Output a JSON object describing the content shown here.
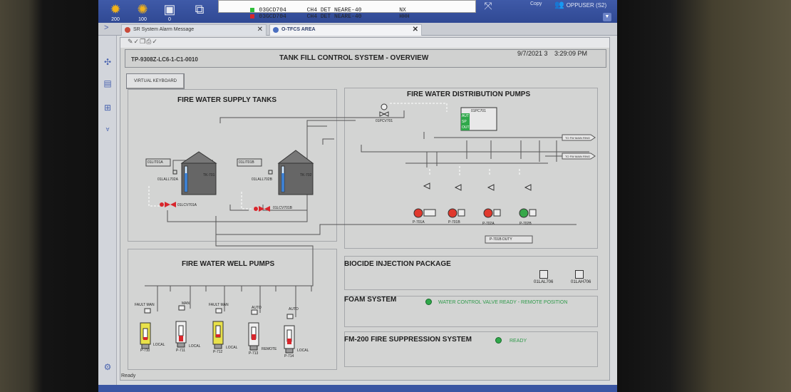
{
  "topbar": {
    "icons": [
      {
        "name": "alarm-bell-icon",
        "count": "200"
      },
      {
        "name": "gear-alarm-icon",
        "count": "100"
      },
      {
        "name": "message-icon",
        "count": "0"
      }
    ],
    "alarms": [
      {
        "tag": "03GCD704",
        "description": "CH4 DET NEARE-40",
        "state": "NX",
        "color": "#2fbf3a"
      },
      {
        "tag": "03GCD704",
        "description": "CH4 DET NEARE-40",
        "state": "HHH",
        "color": "#d8262c"
      }
    ],
    "copy_label": "Copy",
    "user_label": "OPPUSER (S2)"
  },
  "tabs": [
    {
      "label": "SR System Alarm Message"
    },
    {
      "label": "O-TFCS  AREA"
    }
  ],
  "header": {
    "tag_id": "TP-9308Z-LC6-1-C1-0010",
    "title": "TANK FILL CONTROL SYSTEM - OVERVIEW",
    "date": "9/7/2021 3",
    "time": "3:29:09 PM"
  },
  "virtual_keyboard_label": "VIRTUAL KEYBOARD",
  "supply_tanks": {
    "title": "FIRE WATER SUPPLY TANKS",
    "tanks": [
      {
        "name": "TK-701",
        "level_tag": "01LIT01A",
        "switch_tag": "01LALL702A",
        "valve_tag": "01LCV701A"
      },
      {
        "name": "TK-702",
        "level_tag": "01LIT01B",
        "switch_tag": "01LALL702B",
        "valve_tag": "01LCV701B"
      }
    ]
  },
  "distribution": {
    "title": "FIRE WATER DISTRIBUTION PUMPS",
    "valve_tag": "01PCV701",
    "controller_tag": "01PC701",
    "controller_modes": [
      "AUT",
      "SP",
      "OUT"
    ],
    "outlets": [
      "TO FW MAIN RING",
      "TO FW MAIN RING"
    ],
    "pumps": [
      {
        "name": "P-701A",
        "state": "red"
      },
      {
        "name": "P-701B",
        "state": "red"
      },
      {
        "name": "P-702A",
        "state": "red"
      },
      {
        "name": "P-702B",
        "state": "green"
      }
    ],
    "duty_label": "P-701B DUTY"
  },
  "well_pumps": {
    "title": "FIRE WATER WELL PUMPS",
    "pumps": [
      {
        "name": "P-710",
        "top": "FAULT   MAN",
        "bottom": "LOCAL",
        "body": "#e8e14a"
      },
      {
        "name": "P-711",
        "top": "MAN",
        "bottom": "LOCAL",
        "body": "#eeeeee"
      },
      {
        "name": "P-712",
        "top": "FAULT   MAN",
        "bottom": "LOCAL",
        "body": "#e8e14a"
      },
      {
        "name": "P-713",
        "top": "AUTO",
        "bottom": "REMOTE",
        "body": "#eeeeee"
      },
      {
        "name": "P-714",
        "top": "AUTO",
        "bottom": "LOCAL",
        "body": "#eeeeee"
      }
    ]
  },
  "biocide": {
    "title": "BIOCIDE INJECTION PACKAGE",
    "indicators": [
      "01LAL706",
      "01LAH706"
    ]
  },
  "foam": {
    "title": "FOAM SYSTEM",
    "status": "WATER CONTROL VALVE READY - REMOTE POSITION"
  },
  "fm200": {
    "title": "FM-200 FIRE SUPPRESSION SYSTEM",
    "status": "READY"
  },
  "status_bar": "Ready",
  "colors": {
    "alarm_red": "#d8262c",
    "run_green": "#2fa84a",
    "taskbar_blue": "#3f5aa8"
  }
}
